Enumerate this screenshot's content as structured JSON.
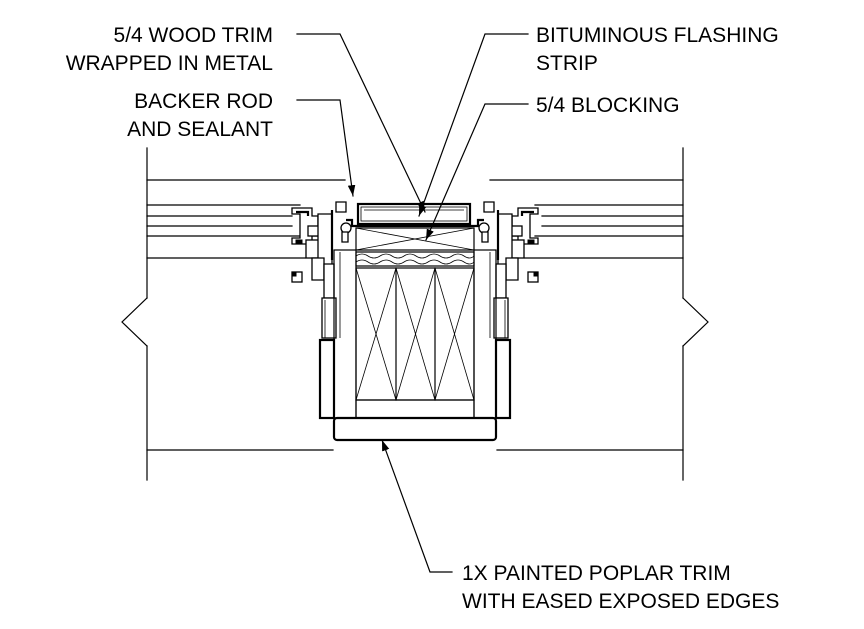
{
  "callouts": {
    "wood_trim": [
      "5/4 WOOD TRIM",
      "WRAPPED IN METAL"
    ],
    "backer_rod": [
      "BACKER ROD",
      "AND SEALANT"
    ],
    "flashing": [
      "BITUMINOUS FLASHING",
      "STRIP"
    ],
    "blocking": [
      "5/4 BLOCKING"
    ],
    "poplar_trim": [
      "1X PAINTED POPLAR TRIM",
      "WITH EASED EXPOSED EDGES"
    ]
  }
}
